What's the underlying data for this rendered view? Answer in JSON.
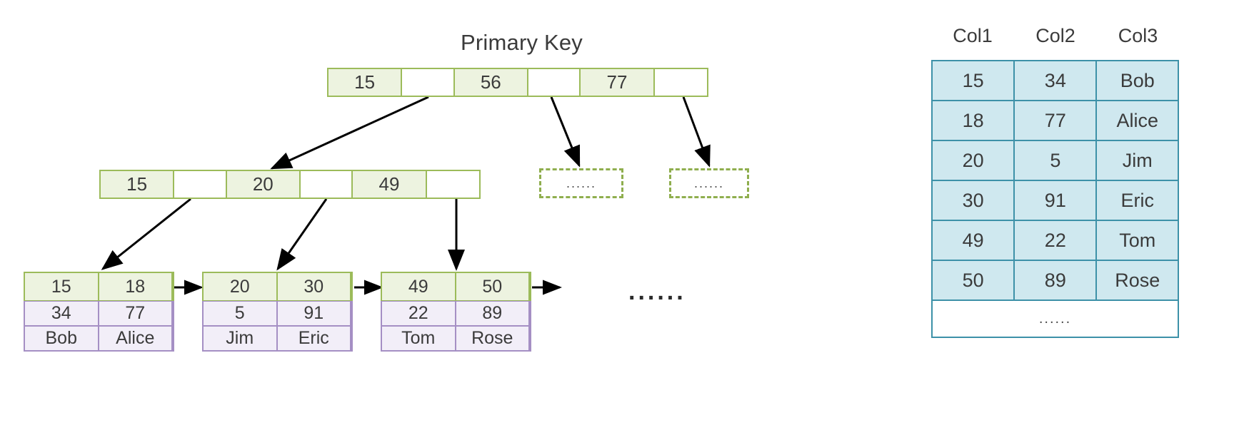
{
  "diagram": {
    "title": "Primary Key",
    "root_node": {
      "name": "root-node",
      "cells": [
        {
          "text": "15",
          "blank": false
        },
        {
          "text": "",
          "blank": true
        },
        {
          "text": "56",
          "blank": false
        },
        {
          "text": "",
          "blank": true
        },
        {
          "text": "77",
          "blank": false
        },
        {
          "text": "",
          "blank": true
        }
      ]
    },
    "internal_node": {
      "name": "internal-node",
      "cells": [
        {
          "text": "15",
          "blank": false
        },
        {
          "text": "",
          "blank": true
        },
        {
          "text": "20",
          "blank": false
        },
        {
          "text": "",
          "blank": true
        },
        {
          "text": "49",
          "blank": false
        },
        {
          "text": "",
          "blank": true
        }
      ]
    },
    "leaves": [
      {
        "name": "leaf-node-1",
        "keys": [
          "15",
          "18"
        ],
        "row2": [
          "34",
          "77"
        ],
        "row3": [
          "Bob",
          "Alice"
        ]
      },
      {
        "name": "leaf-node-2",
        "keys": [
          "20",
          "30"
        ],
        "row2": [
          "5",
          "91"
        ],
        "row3": [
          "Jim",
          "Eric"
        ]
      },
      {
        "name": "leaf-node-3",
        "keys": [
          "49",
          "50"
        ],
        "row2": [
          "22",
          "89"
        ],
        "row3": [
          "Tom",
          "Rose"
        ]
      }
    ],
    "placeholders": [
      {
        "name": "placeholder-box-1",
        "text": "......"
      },
      {
        "name": "placeholder-box-2",
        "text": "......"
      }
    ],
    "leaf_chain_ellipsis": "......"
  },
  "table": {
    "headers": [
      "Col1",
      "Col2",
      "Col3"
    ],
    "rows": [
      [
        "15",
        "34",
        "Bob"
      ],
      [
        "18",
        "77",
        "Alice"
      ],
      [
        "20",
        "5",
        "Jim"
      ],
      [
        "30",
        "91",
        "Eric"
      ],
      [
        "49",
        "22",
        "Tom"
      ],
      [
        "50",
        "89",
        "Rose"
      ]
    ],
    "continuation_row": "......"
  },
  "colors": {
    "key_border": "#9cbb5a",
    "key_fill": "#edf3e0",
    "data_border": "#a58fc4",
    "data_fill": "#f2eef8",
    "table_border": "#3d91a8",
    "table_fill": "#cfe8ef",
    "arrow": "#000000",
    "background": "#ffffff"
  }
}
